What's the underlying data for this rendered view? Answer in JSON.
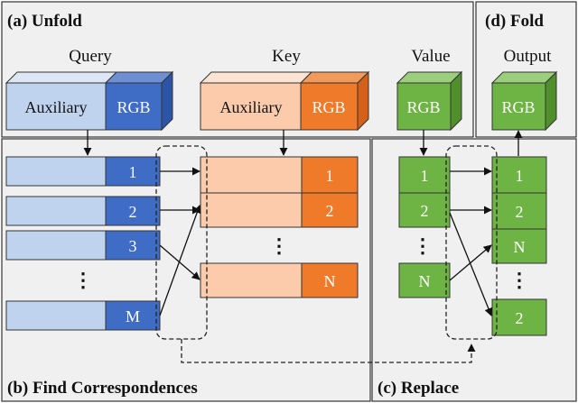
{
  "panels": {
    "unfold": "(a) Unfold",
    "fold": "(d) Fold",
    "find": "(b) Find Correspondences",
    "replace": "(c) Replace"
  },
  "headers": {
    "query": "Query",
    "key": "Key",
    "value": "Value",
    "output": "Output"
  },
  "blocks": {
    "auxiliary": "Auxiliary",
    "rgb": "RGB"
  },
  "query_rows": [
    "1",
    "2",
    "3",
    "M"
  ],
  "key_rows": [
    "1",
    "2",
    "N"
  ],
  "value_rows": [
    "1",
    "2",
    "N"
  ],
  "output_rows": [
    "1",
    "2",
    "N",
    "2"
  ],
  "ellipsis": "⋮",
  "colors": {
    "query_light": "#c0d3ee",
    "query_dark": "#3f6cc4",
    "key_light": "#fbcbab",
    "key_dark": "#ef7a2a",
    "green": "#6eb444",
    "panel_bg": "#f0f0f0",
    "stroke": "#333333"
  }
}
